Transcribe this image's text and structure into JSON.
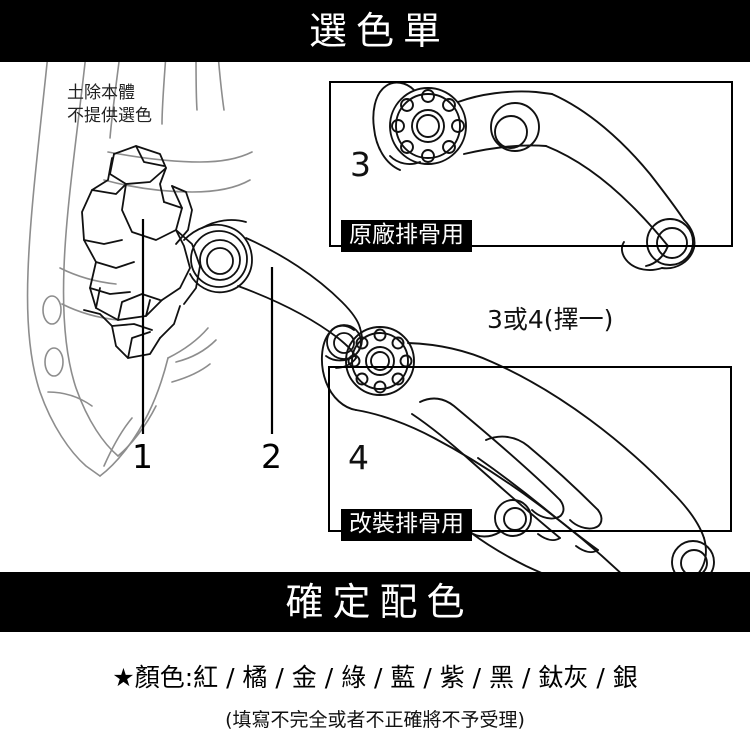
{
  "banners": {
    "top_title": "選色單",
    "bottom_title": "確定配色"
  },
  "fender_note": {
    "line1": "土除本體",
    "line2": "不提供選色"
  },
  "leaders": {
    "one": "1",
    "two": "2"
  },
  "product_boxes": [
    {
      "number": "3",
      "tag": "原廠排骨用",
      "icon": "oem-linkage-arm-drawing"
    },
    {
      "number": "4",
      "tag": "改裝排骨用",
      "icon": "modified-linkage-arm-drawing"
    }
  ],
  "choice_note": "3或4(擇一)",
  "footer": {
    "star": "★",
    "color_label": "顏色:",
    "colors": "紅 / 橘 / 金 / 綠 / 藍 / 紫 / 黑 / 鈦灰 / 銀",
    "color_line": "★顏色:紅 / 橘 / 金 / 綠 / 藍 / 紫 / 黑 / 鈦灰 / 銀",
    "disclaimer": "(填寫不完全或者不正確將不予受理)"
  },
  "colors": {
    "band_bg": "#000000",
    "band_text": "#ffffff",
    "page_bg": "#ffffff",
    "line_art": "#000000",
    "line_art_light": "#8a8a8a"
  }
}
